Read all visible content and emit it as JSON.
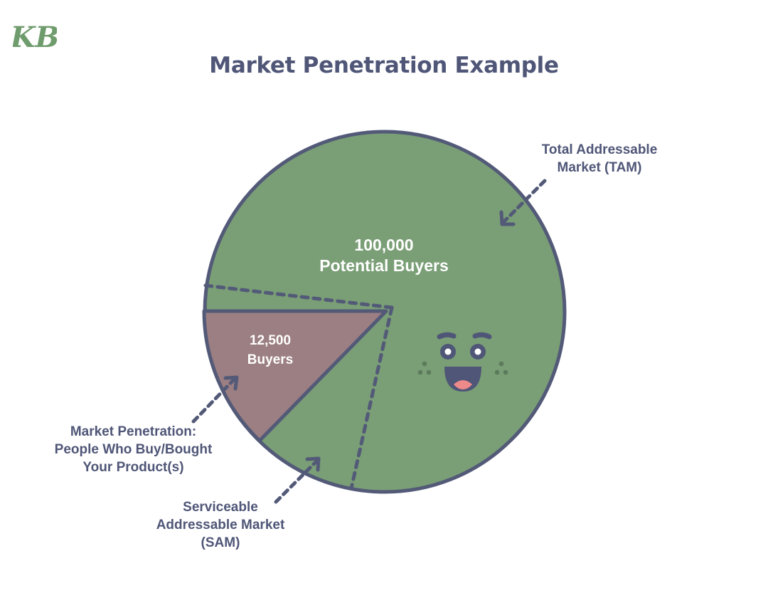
{
  "brand": {
    "logo_text": "KB",
    "logo_color": "#6f9c6d"
  },
  "title": "Market Penetration Example",
  "colors": {
    "text": "#4f5677",
    "tam_fill": "#7a9e76",
    "penetration_fill": "#9c7f82",
    "outline": "#535a78",
    "mouth": "#4f5677",
    "tongue": "#ee8a8a",
    "cheek_dots": "#5c7b5a"
  },
  "segments": {
    "tam": {
      "count_line1": "100,000",
      "count_line2": "Potential Buyers",
      "label_line1": "Total Addressable",
      "label_line2": "Market (TAM)"
    },
    "sam": {
      "label_line1": "Serviceable",
      "label_line2": "Addressable Market",
      "label_line3": "(SAM)"
    },
    "penetration": {
      "count_line1": "12,500",
      "count_line2": "Buyers",
      "label_line1": "Market Penetration:",
      "label_line2": "People Who Buy/Bought",
      "label_line3": "Your Product(s)"
    }
  },
  "mascot": {
    "icon": "smiling-face-icon",
    "expression": "happy"
  }
}
